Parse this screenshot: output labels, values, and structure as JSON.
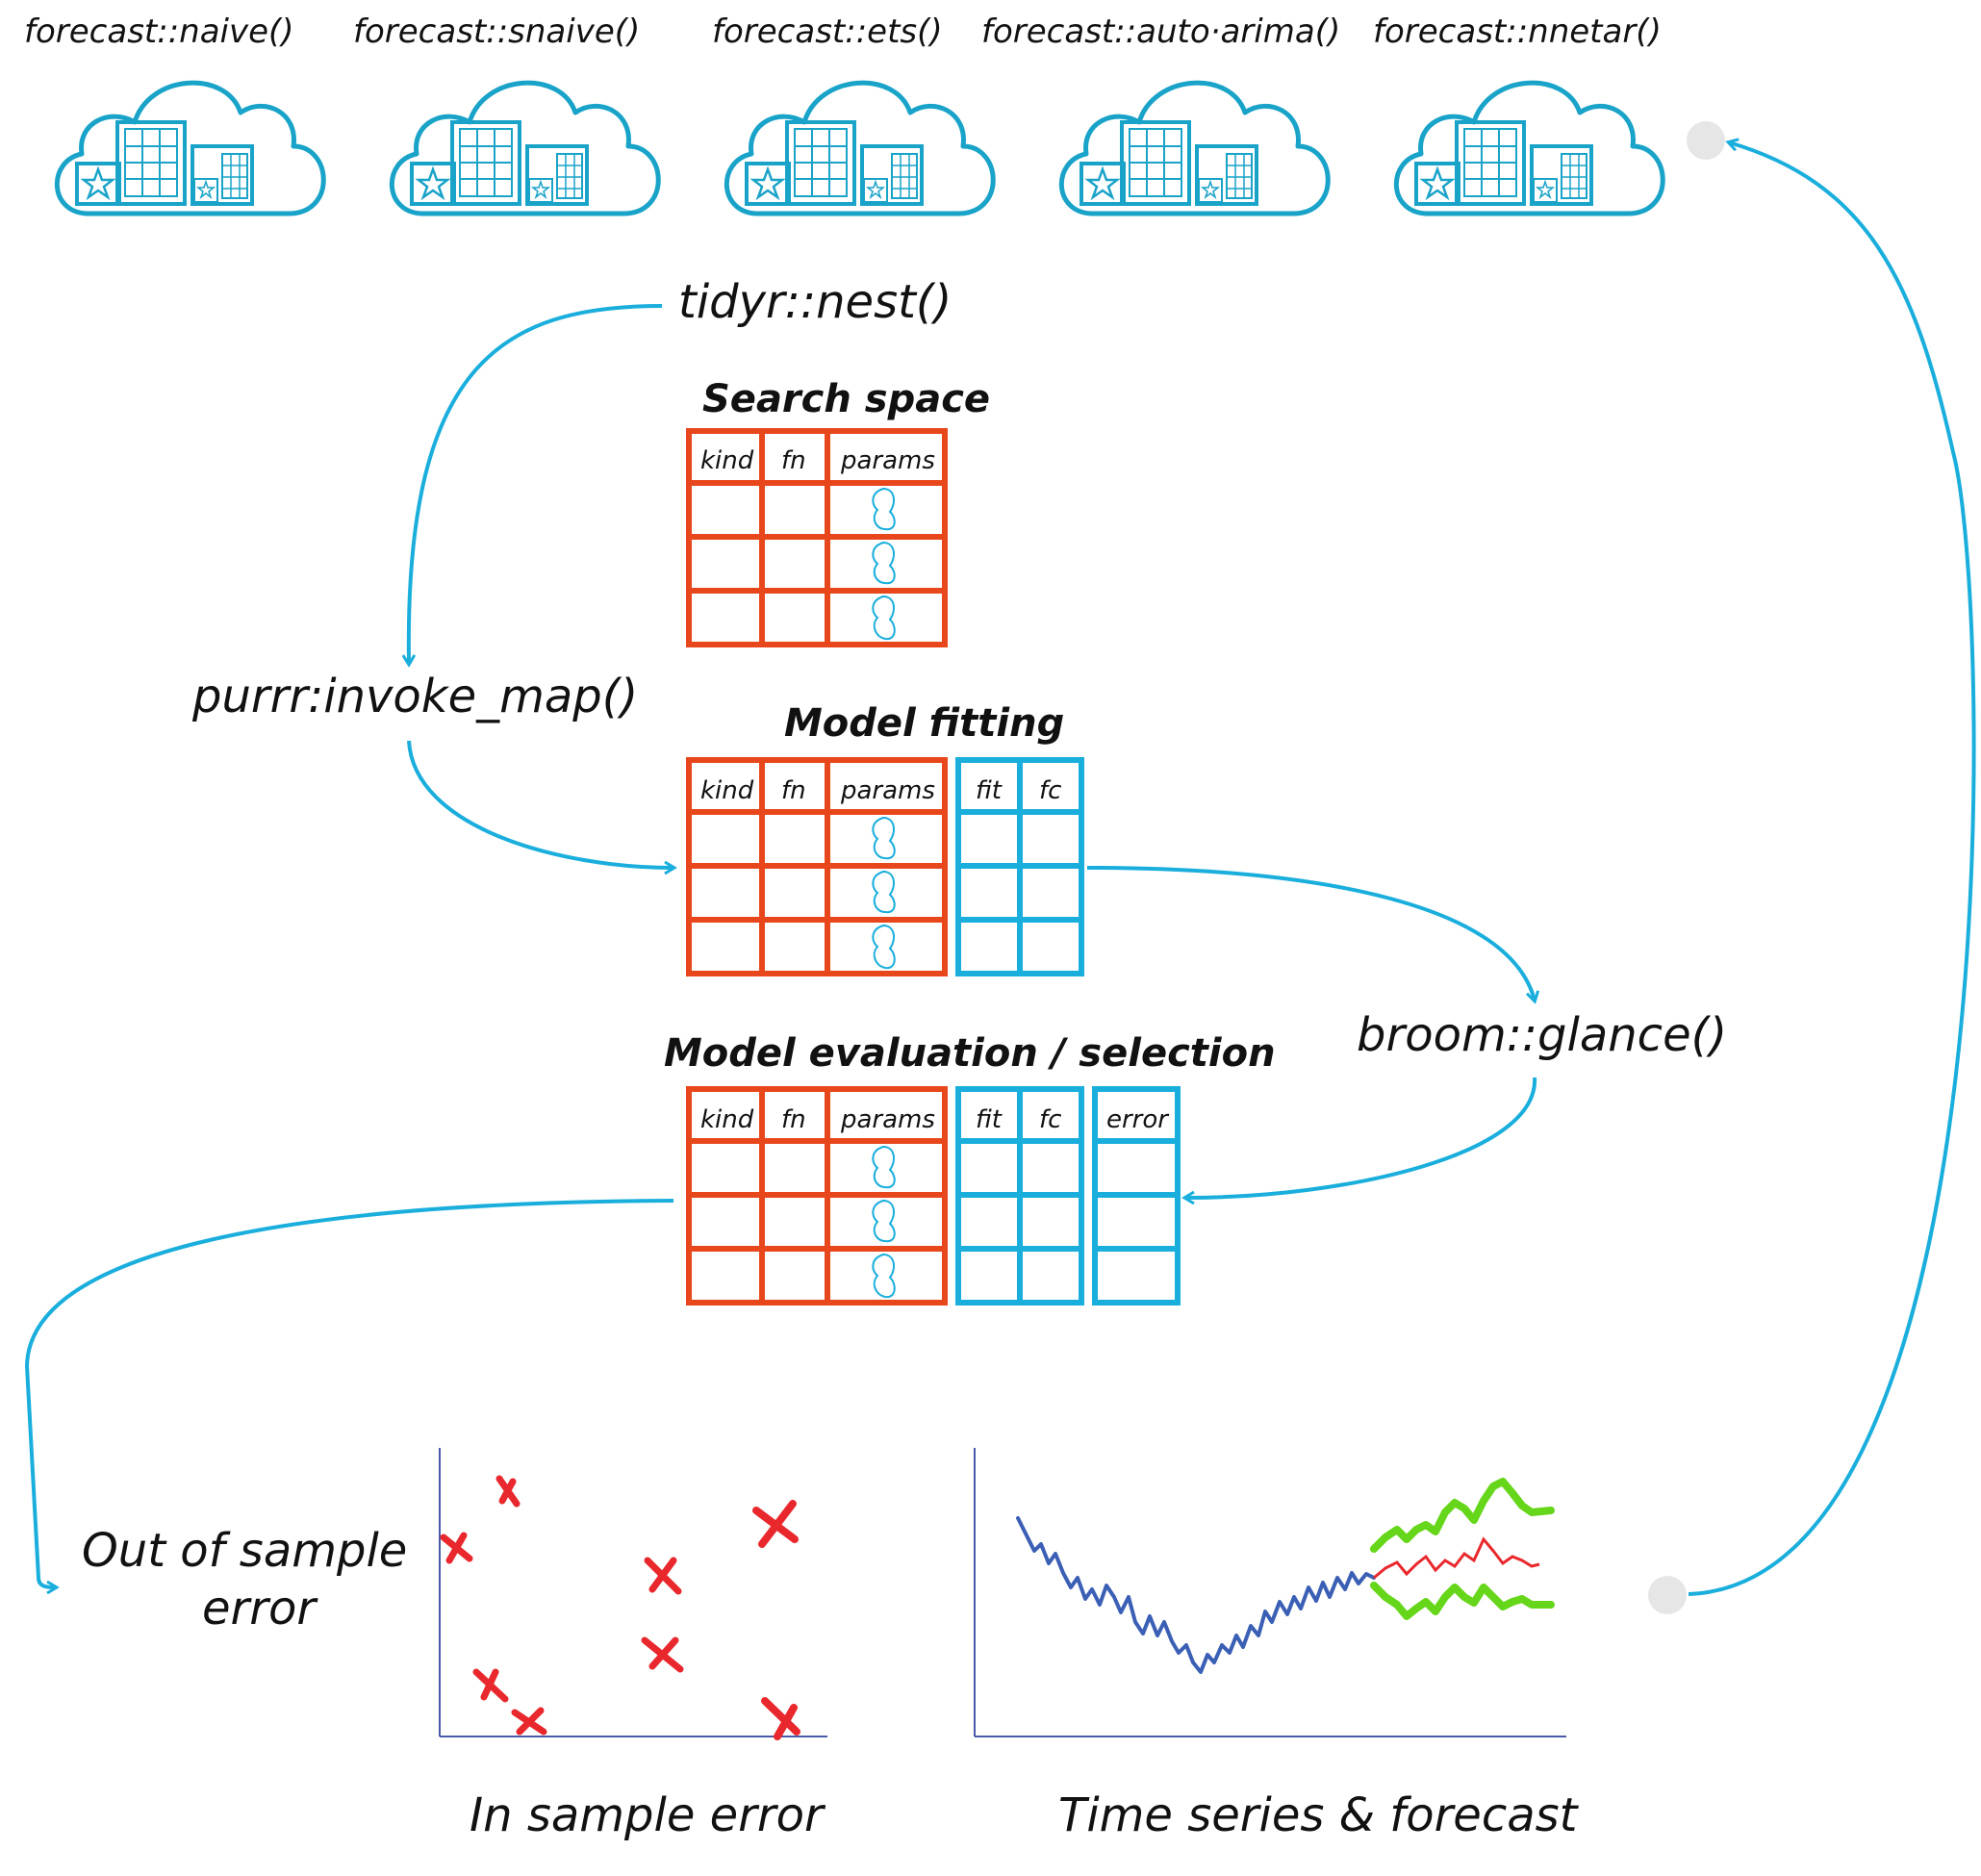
{
  "colors": {
    "arrow": "#1aaedc",
    "orange_table": "#e8471c",
    "blue_table": "#1aaedc",
    "cloud": "#1aa3c8",
    "x_mark": "#e8282c",
    "series": "#3a5fb5",
    "forecast_band": "#66d61a",
    "forecast_mean": "#e8282c",
    "axis": "#4a5aa8",
    "loop_dot": "#e6e6e6"
  },
  "functions": [
    {
      "label": "forecast::naive()",
      "icon": "cloud-buildings-icon"
    },
    {
      "label": "forecast::snaive()",
      "icon": "cloud-buildings-icon"
    },
    {
      "label": "forecast::ets()",
      "icon": "cloud-buildings-icon"
    },
    {
      "label": "forecast::auto·arima()",
      "icon": "cloud-buildings-icon"
    },
    {
      "label": "forecast::nnetar()",
      "icon": "cloud-buildings-icon"
    }
  ],
  "steps": {
    "nest": "tidyr::nest()",
    "invoke": "purrr:invoke_map()",
    "glance": "broom::glance()"
  },
  "tables": {
    "search": {
      "title": "Search space",
      "cols": [
        "kind",
        "fn",
        "params"
      ]
    },
    "fitting": {
      "title": "Model fitting",
      "cols": [
        "kind",
        "fn",
        "params"
      ],
      "extra": [
        "fit",
        "fc"
      ]
    },
    "evaluation": {
      "title": "Model evaluation / selection",
      "cols": [
        "kind",
        "fn",
        "params"
      ],
      "extra": [
        "fit",
        "fc"
      ],
      "error": [
        "error"
      ]
    }
  },
  "scatter": {
    "ylabel_line1": "Out of sample",
    "ylabel_line2": "error",
    "xlabel": "In sample error"
  },
  "forecast_plot": {
    "xlabel": "Time series & forecast"
  }
}
